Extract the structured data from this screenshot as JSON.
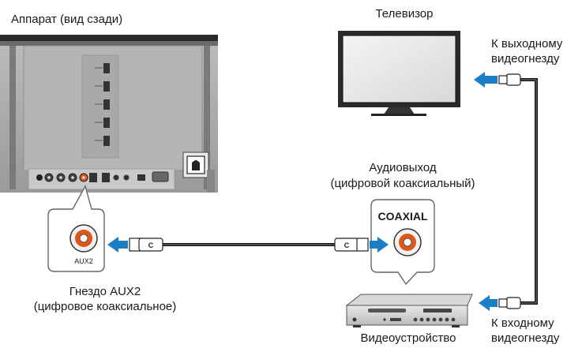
{
  "labels": {
    "unit_rear": "Аппарат (вид сзади)",
    "tv": "Телевизор",
    "video_out_line1": "К выходному",
    "video_out_line2": "видеогнезду",
    "audio_out_line1": "Аудиовыход",
    "audio_out_line2": "(цифровой коаксиальный)",
    "aux2_jack_line1": "Гнездо AUX2",
    "aux2_jack_line2": "(цифровое коаксиальное)",
    "video_device": "Видеоустройство",
    "video_in_line1": "К входному",
    "video_in_line2": "видеогнезду",
    "aux2_small": "AUX2",
    "coaxial": "COAXIAL",
    "plug_c_left": "C",
    "plug_c_right": "C"
  },
  "colors": {
    "arrow": "#1a7fc4",
    "jack_orange": "#e0561a",
    "cable": "#111111"
  }
}
